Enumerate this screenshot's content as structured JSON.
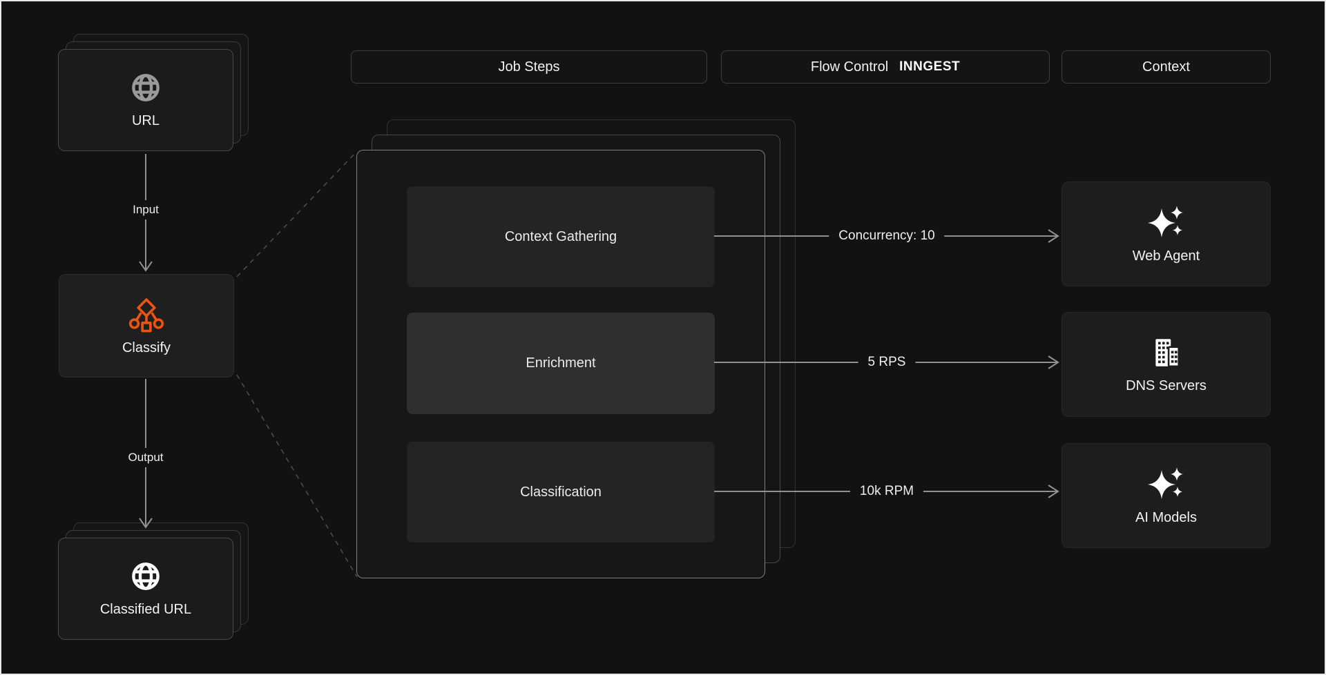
{
  "headers": {
    "job_steps": "Job Steps",
    "flow_control": "Flow Control",
    "flow_control_brand": "INNGEST",
    "context": "Context"
  },
  "pipeline": {
    "source": {
      "label": "URL",
      "icon": "globe-icon"
    },
    "input_label": "Input",
    "processor": {
      "label": "Classify",
      "icon": "classify-decision-tree-icon"
    },
    "output_label": "Output",
    "result": {
      "label": "Classified URL",
      "icon": "globe-icon"
    }
  },
  "steps": [
    {
      "label": "Context Gathering",
      "flow_control": "Concurrency: 10",
      "target": "Web Agent"
    },
    {
      "label": "Enrichment",
      "flow_control": "5 RPS",
      "target": "DNS Servers"
    },
    {
      "label": "Classification",
      "flow_control": "10k RPM",
      "target": "AI Models"
    }
  ],
  "targets": [
    {
      "label": "Web Agent",
      "icon": "sparkles-icon"
    },
    {
      "label": "DNS Servers",
      "icon": "building-icon"
    },
    {
      "label": "AI Models",
      "icon": "sparkles-icon"
    }
  ],
  "colors": {
    "background": "#121212",
    "accent_orange": "#ED5410",
    "arrow": "#929292",
    "dashed_line": "#4f4f4f"
  }
}
